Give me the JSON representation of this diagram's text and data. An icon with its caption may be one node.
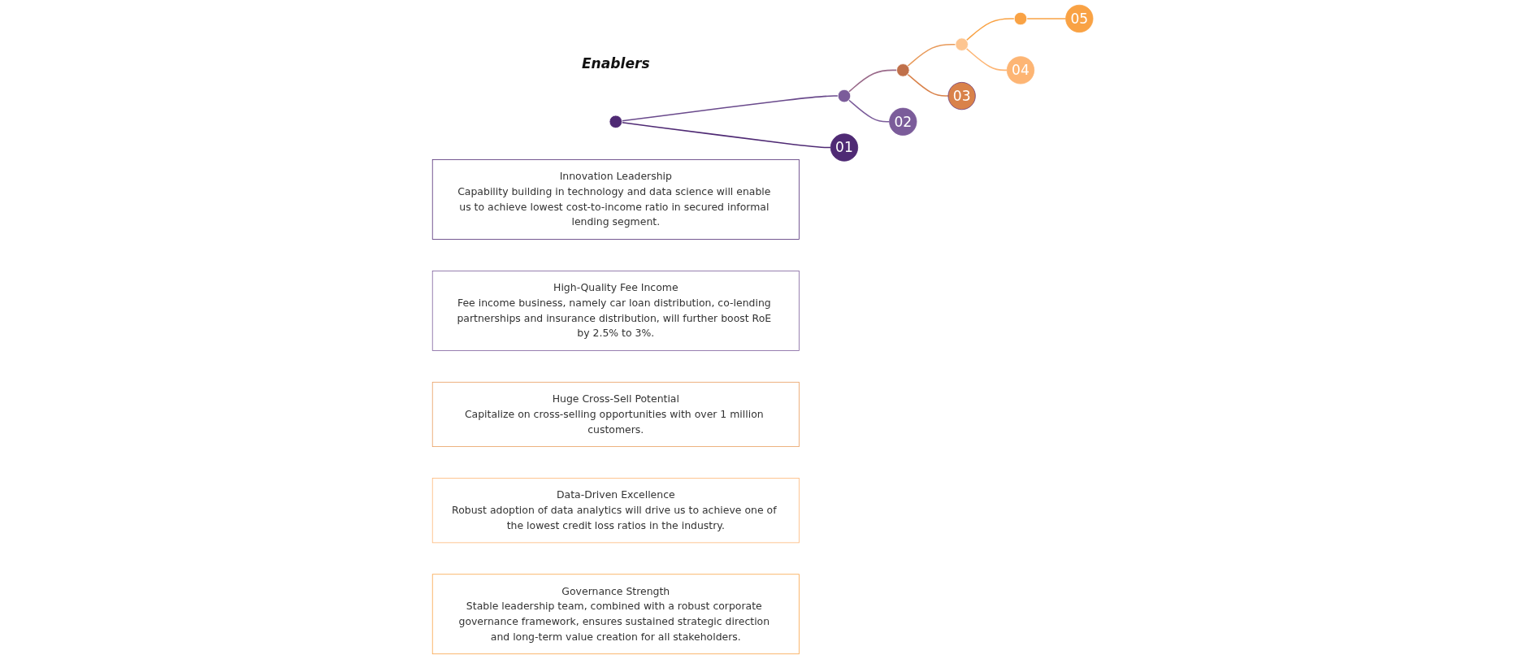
{
  "diagram": {
    "nodes": [
      {
        "text": [
          "Enablers"
        ]
      },
      {
        "text": [],
        "shape": "circle"
      },
      {
        "text": [],
        "shape": "circle"
      },
      {
        "text": [],
        "shape": "circle"
      },
      {
        "text": [],
        "shape": "circle"
      },
      {
        "text": [],
        "shape": "circle"
      },
      {
        "text": [
          "01"
        ]
      },
      {
        "text": [
          "Innovation Leadership",
          "Capability building in technology and data science will enable us to achieve lowest cost-to-income ratio in secured informal lending segment."
        ]
      },
      {
        "text": [
          "02"
        ]
      },
      {
        "text": [
          "High-Quality Fee Income",
          "Fee income business, namely car loan distribution, co-lending partnerships and insurance distribution, will further boost RoE by 2.5% to 3%."
        ]
      },
      {
        "text": [
          "03"
        ]
      },
      {
        "text": [
          "Huge Cross-Sell Potential",
          "Capitalize on cross-selling opportunities with over 1 million customers."
        ]
      },
      {
        "text": [
          "04"
        ]
      },
      {
        "text": [
          "Data-Driven Excellence",
          "Robust adoption of data analytics will drive us to achieve one of the lowest credit loss ratios in the industry."
        ]
      },
      {
        "text": [
          "05"
        ]
      },
      {
        "text": [
          "Governance Strength",
          "Stable leadership team, combined with a robust corporate governance framework, ensures sustained strategic direction and long-term value creation for all stakeholders."
        ]
      }
    ],
    "edges": [
      {
        "from": 1,
        "to": 2,
        "arrow": "none",
        "color": "#6a4a8c"
      },
      {
        "from": 2,
        "to": 3,
        "arrow": "none",
        "color": "#9a6a8a"
      },
      {
        "from": 3,
        "to": 4,
        "arrow": "none",
        "color": "#e89a5a"
      },
      {
        "from": 4,
        "to": 5,
        "arrow": "none",
        "color": "#f9a244"
      },
      {
        "from": 1,
        "to": 6,
        "arrow": "none",
        "color": "#4f2a74"
      },
      {
        "from": 2,
        "to": 8,
        "arrow": "none",
        "color": "#7b5c9a"
      },
      {
        "from": 3,
        "to": 10,
        "arrow": "none",
        "color": "#d9824a"
      },
      {
        "from": 4,
        "to": 12,
        "arrow": "none",
        "color": "#fdb574"
      },
      {
        "from": 5,
        "to": 14,
        "arrow": "none",
        "color": "#f9a244"
      }
    ]
  }
}
